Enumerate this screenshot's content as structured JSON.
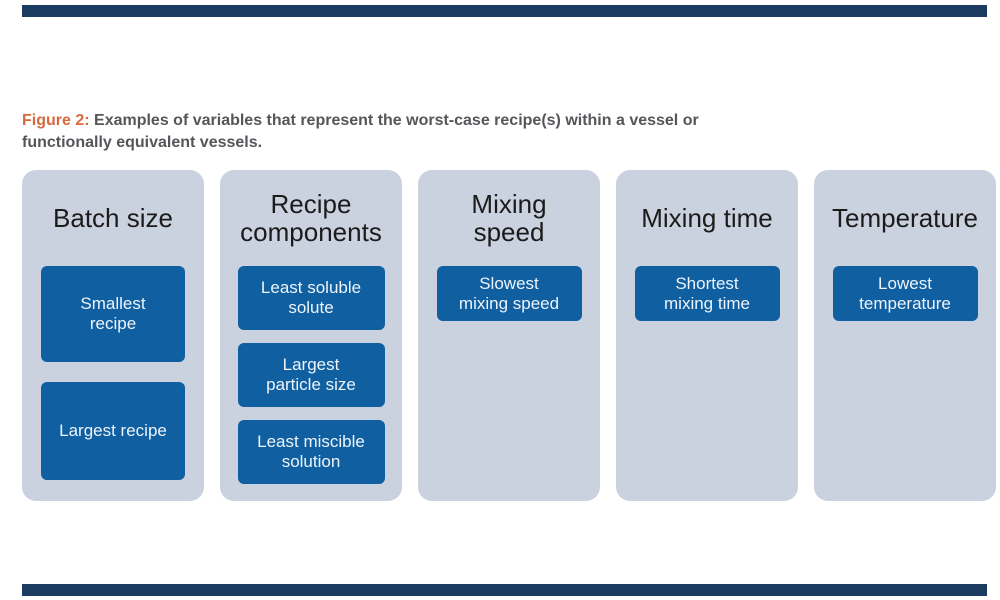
{
  "colors": {
    "rule-navy": "#1c3b60",
    "column-bg": "#cbd2df",
    "box-blue": "#0f5fa1",
    "box-text": "#eef4fb",
    "caption-orange": "#d8693f",
    "caption-gray": "#54565a",
    "header-black": "#1b1b1b"
  },
  "caption": {
    "prefix": "Figure 2:",
    "text": "Examples of variables that represent the worst-case recipe(s) within a vessel or\nfunctionally equivalent vessels."
  },
  "columns": [
    {
      "title": "Batch size",
      "boxes": [
        {
          "label": "Smallest\nrecipe"
        },
        {
          "label": "Largest recipe"
        }
      ]
    },
    {
      "title": "Recipe\ncomponents",
      "boxes": [
        {
          "label": "Least soluble\nsolute"
        },
        {
          "label": "Largest\nparticle size"
        },
        {
          "label": "Least miscible\nsolution"
        }
      ]
    },
    {
      "title": "Mixing\nspeed",
      "boxes": [
        {
          "label": "Slowest\nmixing speed"
        }
      ]
    },
    {
      "title": "Mixing time",
      "boxes": [
        {
          "label": "Shortest\nmixing time"
        }
      ]
    },
    {
      "title": "Temperature",
      "boxes": [
        {
          "label": "Lowest\ntemperature"
        }
      ]
    }
  ]
}
